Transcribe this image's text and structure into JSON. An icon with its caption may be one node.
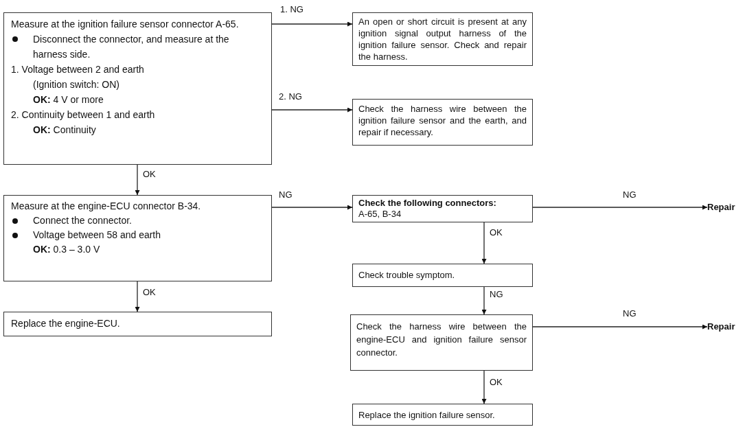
{
  "diagram": {
    "nodes": [
      {
        "text": [
          "Measure at the ignition failure sensor connector A-65.",
          "Disconnect the connector, and measure at the harness side.",
          "1. Voltage between 2 and earth",
          "(Ignition switch: ON)",
          "**OK:** 4 V or more",
          "2. Continuity between 1 and earth",
          "**OK:** Continuity"
        ]
      },
      {
        "text": [
          "An open or short circuit is present at any ignition signal output harness of the ignition failure sensor. Check and repair the harness."
        ]
      },
      {
        "text": [
          "Check the harness wire between the ignition failure sensor and the earth, and repair if necessary."
        ]
      },
      {
        "text": [
          "Measure at the engine-ECU connector B-34.",
          "Connect the connector.",
          "Voltage between 58 and earth",
          "**OK:** 0.3 – 3.0 V"
        ]
      },
      {
        "text": [
          "Replace the engine-ECU."
        ]
      },
      {
        "text": [
          "Check the following connectors:",
          "A-65, B-34"
        ]
      },
      {
        "text": [
          "Repair"
        ]
      },
      {
        "text": [
          "Check trouble symptom."
        ]
      },
      {
        "text": [
          "Check the harness wire between the engine-ECU and ignition failure sensor connector."
        ]
      },
      {
        "text": [
          "Repair"
        ]
      },
      {
        "text": [
          "Replace the ignition failure sensor."
        ]
      }
    ],
    "edges": [
      {
        "from": 0,
        "to": 1,
        "arrow": "to",
        "label": "1. NG"
      },
      {
        "from": 0,
        "to": 2,
        "arrow": "to",
        "label": "2. NG"
      },
      {
        "from": 0,
        "to": 3,
        "arrow": "to",
        "label": "OK"
      },
      {
        "from": 3,
        "to": 5,
        "arrow": "to",
        "label": "NG"
      },
      {
        "from": 3,
        "to": 4,
        "arrow": "to",
        "label": "OK"
      },
      {
        "from": 5,
        "to": 6,
        "arrow": "to",
        "label": "NG"
      },
      {
        "from": 5,
        "to": 7,
        "arrow": "to",
        "label": "OK"
      },
      {
        "from": 7,
        "to": 8,
        "arrow": "to",
        "label": "NG"
      },
      {
        "from": 8,
        "to": 9,
        "arrow": "to",
        "label": "NG"
      },
      {
        "from": 8,
        "to": 10,
        "arrow": "to",
        "label": "OK"
      }
    ]
  }
}
